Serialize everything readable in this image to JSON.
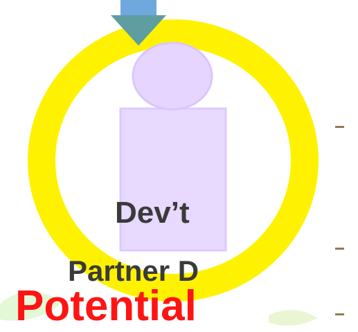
{
  "diagram": {
    "role_line1": "Dev’t",
    "role_line2": "Partner D",
    "potential": "Potential"
  },
  "colors": {
    "ring": "#fff200",
    "figure_fill": "#e6d6ff",
    "figure_stroke": "#d8c6ff",
    "arrow_head": "#5f9ea0",
    "arrow_shaft": "#6fa8dc",
    "role_text": "#3a3a3a",
    "potential_text": "#ff1414",
    "bullet_dash": "#8f7c55",
    "leaf_green": "#d9f5c8"
  }
}
